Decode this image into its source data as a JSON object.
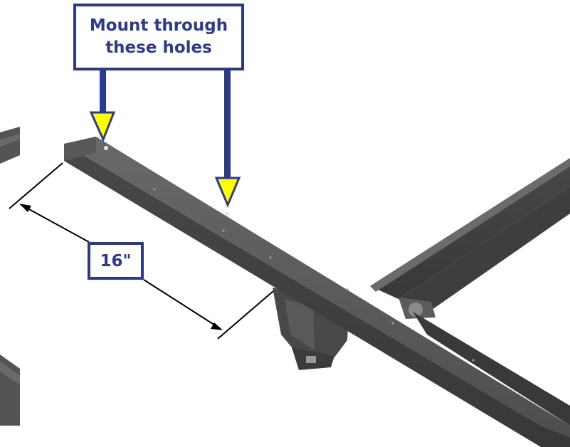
{
  "callout": {
    "line1": "Mount through",
    "line2": "these holes"
  },
  "dimension": {
    "label": "16\""
  },
  "colors": {
    "callout_border": "#2b3990",
    "callout_text": "#2b3990",
    "arrow_fill": "#ffff00",
    "frame_tube": "#4e4c4c",
    "frame_shadow": "#3a3838",
    "background": "#ffffff"
  },
  "icons": {
    "pointer": "arrow-down-icon"
  }
}
